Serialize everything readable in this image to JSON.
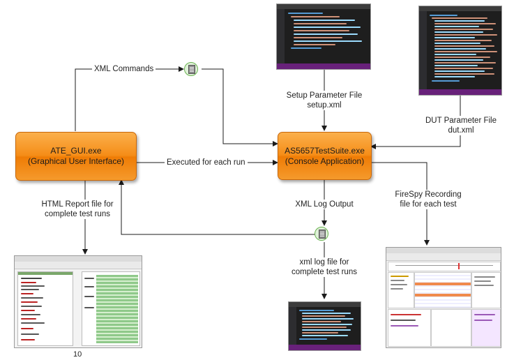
{
  "nodes": {
    "ate_gui": {
      "name": "ATE_GUI.exe",
      "subtitle": "(Graphical User Interface)"
    },
    "suite": {
      "name": "AS5657TestSuite.exe",
      "subtitle": "(Console Application)"
    }
  },
  "edges": {
    "xml_commands": "XML Commands",
    "executed": "Executed for each run",
    "setup_param": {
      "line1": "Setup Parameter File",
      "line2": "setup.xml"
    },
    "dut_param": {
      "line1": "DUT Parameter File",
      "line2": "dut.xml"
    },
    "html_report": {
      "line1": "HTML Report file for",
      "line2": "complete test runs"
    },
    "xml_log": "XML Log Output",
    "xml_logfile": {
      "line1": "xml log file for",
      "line2": "complete test runs"
    },
    "firespy": {
      "line1": "FireSpy Recording",
      "line2": "file for each test"
    }
  },
  "page_number": "10",
  "icons": [
    "document-icon",
    "document-icon"
  ],
  "colors": {
    "process_fill": "#f58d18",
    "arrow": "#1b1b1b",
    "doc_icon": "#6bb352"
  }
}
